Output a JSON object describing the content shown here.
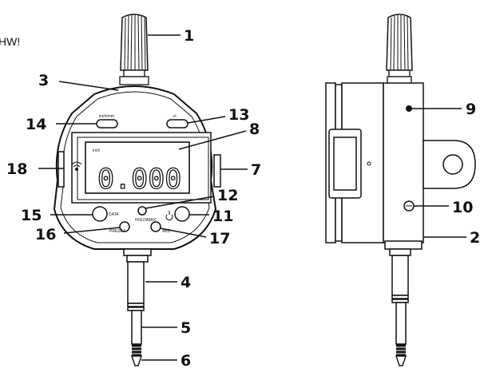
{
  "corner_text": "HW!",
  "display": {
    "reading": "0.000",
    "unit_label": "inch"
  },
  "buttons": {
    "top_left": "inch/mm",
    "top_right": "+/-",
    "bottom_left_upper": "DATA",
    "bottom_left_lower": "PRESET",
    "middle": "HOLD/MAX",
    "bottom_right": "ABS"
  },
  "callouts": {
    "c1": "1",
    "c2": "2",
    "c3": "3",
    "c4": "4",
    "c5": "5",
    "c6": "6",
    "c7": "7",
    "c8": "8",
    "c9": "9",
    "c10": "10",
    "c11": "11",
    "c12": "12",
    "c13": "13",
    "c14": "14",
    "c15": "15",
    "c16": "16",
    "c17": "17",
    "c18": "18"
  },
  "icons": [
    "wireless-icon",
    "power-icon",
    "mounting-lug-icon",
    "battery-door-icon"
  ]
}
